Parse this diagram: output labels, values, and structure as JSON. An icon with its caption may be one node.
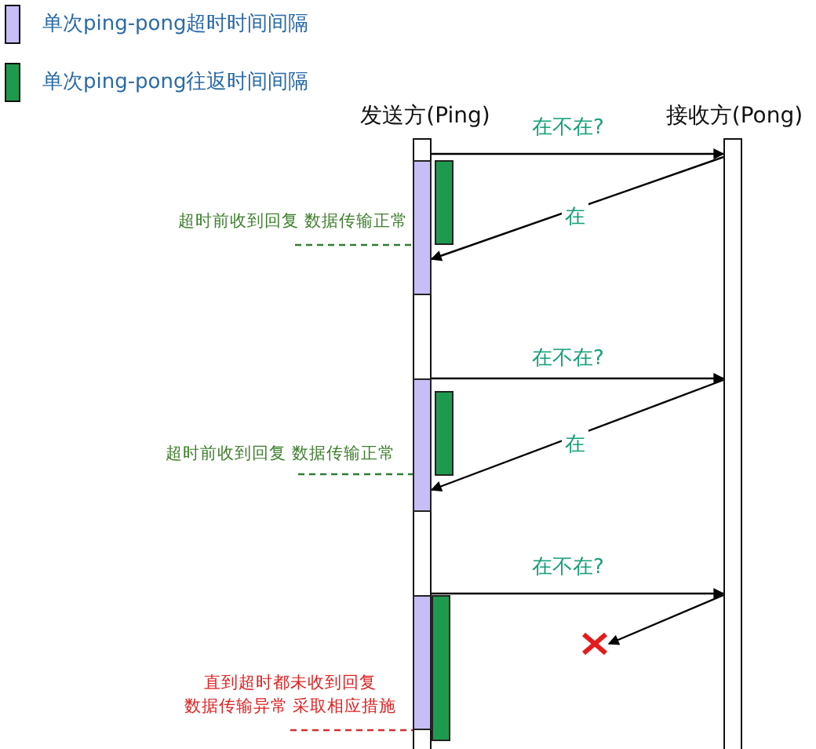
{
  "diagram": {
    "nodes": [
      {
        "text": [
          "发送方(Ping)"
        ]
      },
      {
        "text": [
          "接收方(Pong)"
        ]
      },
      {
        "text": [
          "超时前收到回复 数据传输正常"
        ]
      },
      {
        "text": [
          "超时前收到回复 数据传输正常"
        ]
      },
      {
        "text": [
          "直到超时都未收到回复",
          "数据传输异常 采取相应措施"
        ]
      },
      {
        "text": [],
        "shape": "cross"
      }
    ],
    "edges": [
      {
        "from": 0,
        "to": 1,
        "arrow": "to",
        "label": "在不在?"
      },
      {
        "from": 1,
        "to": 0,
        "arrow": "to",
        "label": "在"
      },
      {
        "from": 0,
        "to": 1,
        "arrow": "to",
        "label": "在不在?"
      },
      {
        "from": 1,
        "to": 0,
        "arrow": "to",
        "label": "在"
      },
      {
        "from": 0,
        "to": 1,
        "arrow": "to",
        "label": "在不在?"
      },
      {
        "from": 1,
        "to": 5,
        "arrow": "to"
      },
      {
        "from": 2,
        "to": 0,
        "arrow": "none",
        "style": "dashed",
        "color": "#2e7d32"
      },
      {
        "from": 3,
        "to": 0,
        "arrow": "none",
        "style": "dashed",
        "color": "#2e7d32"
      },
      {
        "from": 4,
        "to": 0,
        "arrow": "none",
        "style": "dashed",
        "color": "#d32f2f"
      }
    ],
    "legend": [
      {
        "text": "单次ping-pong超时时间间隔",
        "color": "#c7bdf7"
      },
      {
        "text": "单次ping-pong往返时间间隔",
        "color": "#1e9a4e"
      }
    ]
  }
}
